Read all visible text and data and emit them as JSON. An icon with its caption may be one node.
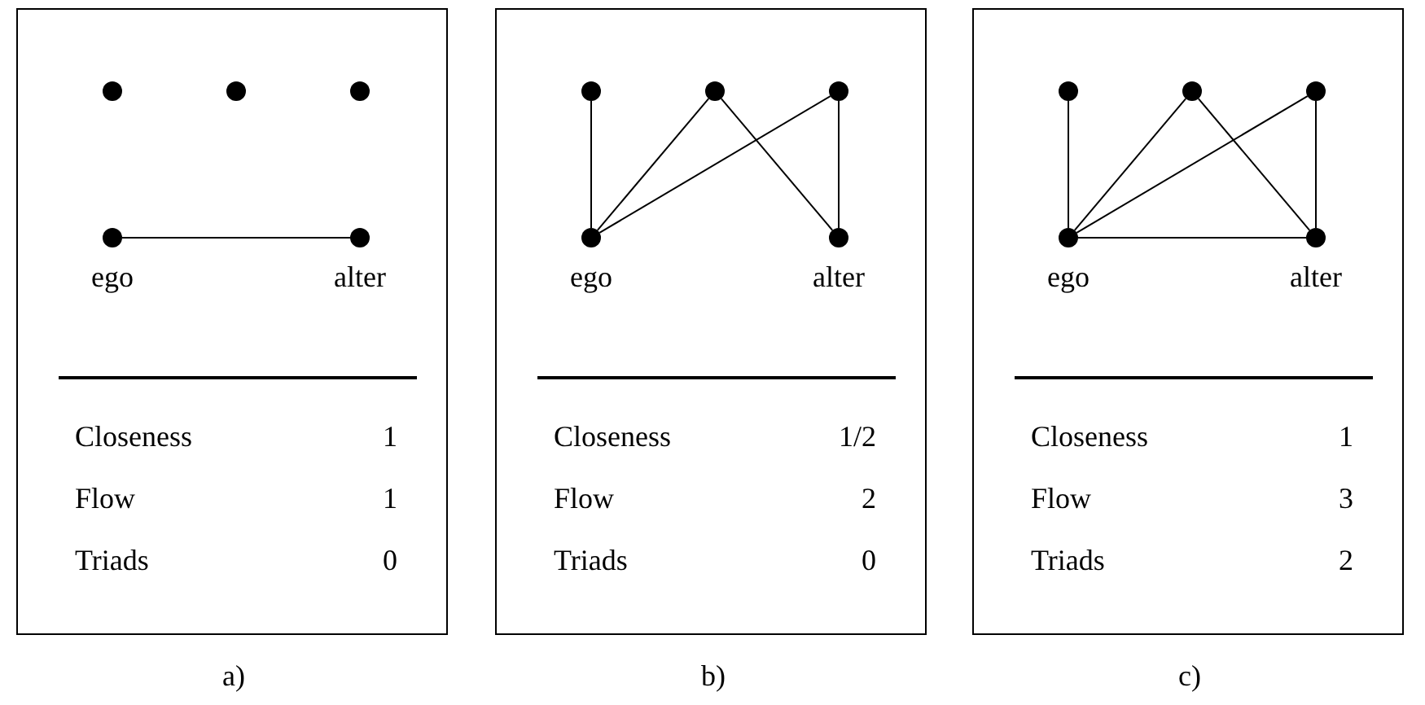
{
  "diagram": {
    "nodes": [
      {
        "text": [],
        "shape": "box",
        "beside": [
          "a)"
        ]
      },
      {
        "text": [],
        "shape": "circle",
        "in": 0
      },
      {
        "text": [],
        "shape": "circle",
        "in": 0
      },
      {
        "text": [],
        "shape": "circle",
        "in": 0
      },
      {
        "text": [
          "ego"
        ],
        "in": 0
      },
      {
        "text": [
          "alter"
        ],
        "in": 0
      },
      {
        "text": [],
        "shape": "box",
        "beside": [
          "b)"
        ]
      },
      {
        "text": [],
        "shape": "circle",
        "in": 6
      },
      {
        "text": [],
        "shape": "circle",
        "in": 6
      },
      {
        "text": [],
        "shape": "circle",
        "in": 6
      },
      {
        "text": [
          "ego"
        ],
        "in": 6
      },
      {
        "text": [
          "alter"
        ],
        "in": 6
      },
      {
        "text": [],
        "shape": "box",
        "beside": [
          "c)"
        ]
      },
      {
        "text": [],
        "shape": "circle",
        "in": 12
      },
      {
        "text": [],
        "shape": "circle",
        "in": 12
      },
      {
        "text": [],
        "shape": "circle",
        "in": 12
      },
      {
        "text": [
          "ego"
        ],
        "in": 12
      },
      {
        "text": [
          "alter"
        ],
        "in": 12
      }
    ],
    "edges": [
      {
        "from": 4,
        "to": 5,
        "arrow": "none"
      },
      {
        "from": 7,
        "to": 10,
        "arrow": "none"
      },
      {
        "from": 8,
        "to": 10,
        "arrow": "none"
      },
      {
        "from": 9,
        "to": 10,
        "arrow": "none"
      },
      {
        "from": 8,
        "to": 11,
        "arrow": "none"
      },
      {
        "from": 9,
        "to": 11,
        "arrow": "none"
      },
      {
        "from": 13,
        "to": 16,
        "arrow": "none"
      },
      {
        "from": 14,
        "to": 16,
        "arrow": "none"
      },
      {
        "from": 15,
        "to": 16,
        "arrow": "none"
      },
      {
        "from": 14,
        "to": 17,
        "arrow": "none"
      },
      {
        "from": 15,
        "to": 17,
        "arrow": "none"
      },
      {
        "from": 16,
        "to": 17,
        "arrow": "none"
      }
    ],
    "labels": [
      "Closeness",
      "1",
      "Flow",
      "1",
      "Triads",
      "0",
      "Closeness",
      "1/2",
      "Flow",
      "2",
      "Triads",
      "0",
      "Closeness",
      "1",
      "Flow",
      "3",
      "Triads",
      "2"
    ]
  }
}
